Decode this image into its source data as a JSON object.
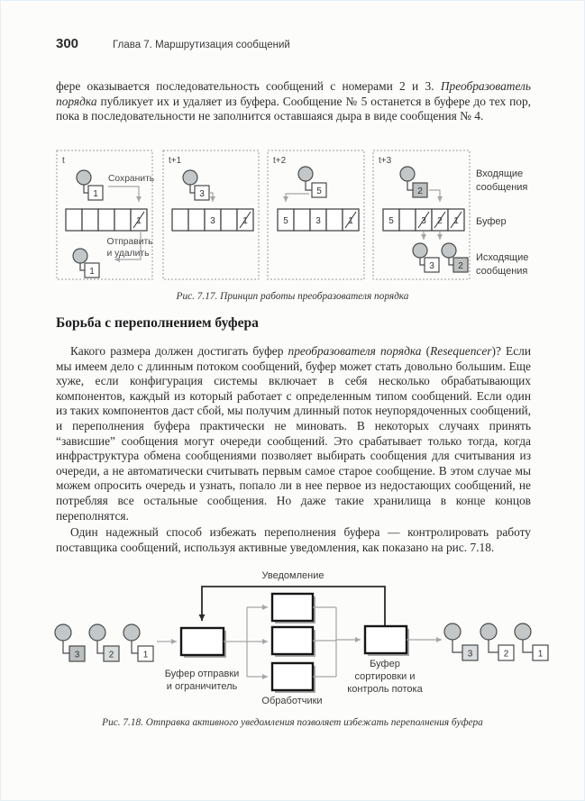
{
  "palette": {
    "ink": "#2c2c2c",
    "figure_gray": "#a2a7a7",
    "message_fill": "#c3c7c7",
    "shaded_box": "#bcc0c0",
    "paper": "#fcfcfb"
  },
  "header": {
    "page_number": "300",
    "chapter": "Глава 7. Маршрутизация сообщений"
  },
  "body": {
    "p1": [
      "фере оказывается последовательность сообщений с номерами 2 и 3. ",
      "Преобразователь порядка",
      " публикует их и удаляет из буфера. Сообщение № 5 останется в буфере до тех пор, пока в последовательности не заполнится оставшаяся дыра в виде сообщения № 4."
    ],
    "p2": [
      "Какого размера должен достигать буфер ",
      "преобразователя порядка",
      " (",
      "Resequencer",
      ")? Если мы имеем дело с длинным потоком сообщений, буфер может стать довольно большим. Еще хуже, если конфигурация системы включает в себя несколько обрабатывающих компонентов, каждый из который работает с определенным типом сообщений. Если один из таких компонентов даст сбой, мы получим длинный поток неупорядоченных сообщений, и переполнения буфера практически не миновать. В некоторых случаях принять “зависшие” сообщения могут очереди сообщений. Это срабатывает только тогда, когда инфраструктура обмена сообщениями позволяет выбирать сообщения для считывания из очереди, а не автоматически считывать первым самое старое сообщение. В этом случае мы можем опросить очередь и узнать, попало ли в нее первое из недостающих сообщений, не потребляя все остальные сообщения. Но даже такие хранилища в конце концов переполнятся."
    ],
    "p3": "Один надежный способ избежать переполнения буфера — контролировать работу поставщика сообщений, используя активные уведомления, как показано на рис. 7.18."
  },
  "section": {
    "heading": "Борьба с переполнением буфера"
  },
  "fig717": {
    "caption": "Рис. 7.17. Принцип работы преобразователя порядка",
    "labels": {
      "save": "Сохранить",
      "send1": "Отправить",
      "send2": "и удалить",
      "side_in1": "Входящие",
      "side_in2": "сообщения",
      "side_buf": "Буфер",
      "side_out1": "Исходящие",
      "side_out2": "сообщения"
    },
    "panels": {
      "p1": {
        "time": "t",
        "in": "1",
        "out": "1",
        "cells": [
          "",
          "",
          "",
          "",
          "1"
        ]
      },
      "p2": {
        "time": "t+1",
        "in": "3",
        "cells": [
          "",
          "",
          "3",
          "",
          "1"
        ]
      },
      "p3": {
        "time": "t+2",
        "in": "5",
        "cells": [
          "5",
          "",
          "3",
          "",
          "1"
        ]
      },
      "p4": {
        "time": "t+3",
        "in": "2",
        "out1": "3",
        "out2": "2",
        "cells": [
          "5",
          "",
          "3",
          "2",
          "1"
        ]
      }
    }
  },
  "fig718": {
    "caption": "Рис. 7.18. Отправка активного уведомления позволяет избежать переполнения буфера",
    "notification": "Уведомление",
    "send_buffer1": "Буфер отправки",
    "send_buffer2": "и ограничитель",
    "processors": "Обработчики",
    "sort_buffer1": "Буфер",
    "sort_buffer2": "сортировки и",
    "sort_buffer3": "контроль потока",
    "in_msgs": [
      "3",
      "2",
      "1"
    ],
    "out_msgs": [
      "3",
      "2",
      "1"
    ]
  }
}
